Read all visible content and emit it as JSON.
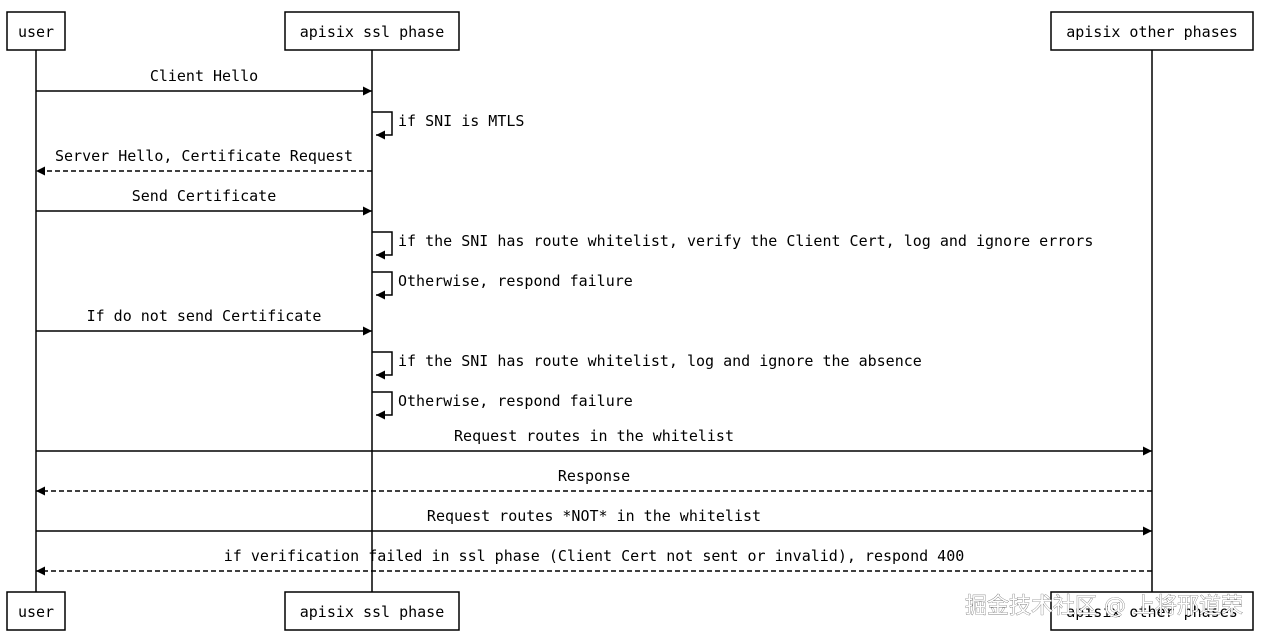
{
  "participants": [
    {
      "id": "user",
      "label": "user"
    },
    {
      "id": "ssl",
      "label": "apisix ssl phase"
    },
    {
      "id": "other",
      "label": "apisix other phases"
    }
  ],
  "messages": [
    {
      "from": "user",
      "to": "ssl",
      "label": "Client Hello",
      "style": "solid"
    },
    {
      "from": "ssl",
      "to": "ssl",
      "label": "if SNI is MTLS",
      "style": "solid"
    },
    {
      "from": "ssl",
      "to": "user",
      "label": "Server Hello, Certificate Request",
      "style": "dashed"
    },
    {
      "from": "user",
      "to": "ssl",
      "label": "Send Certificate",
      "style": "solid"
    },
    {
      "from": "ssl",
      "to": "ssl",
      "label": "if the SNI has route whitelist, verify the Client Cert, log and ignore errors",
      "style": "solid"
    },
    {
      "from": "ssl",
      "to": "ssl",
      "label": "Otherwise, respond failure",
      "style": "solid"
    },
    {
      "from": "user",
      "to": "ssl",
      "label": "If do not send Certificate",
      "style": "solid"
    },
    {
      "from": "ssl",
      "to": "ssl",
      "label": "if the SNI has route whitelist, log and ignore the absence",
      "style": "solid"
    },
    {
      "from": "ssl",
      "to": "ssl",
      "label": "Otherwise, respond failure",
      "style": "solid"
    },
    {
      "from": "user",
      "to": "other",
      "label": "Request routes in the whitelist",
      "style": "solid"
    },
    {
      "from": "other",
      "to": "user",
      "label": "Response",
      "style": "dashed"
    },
    {
      "from": "user",
      "to": "other",
      "label": "Request routes *NOT* in the whitelist",
      "style": "solid"
    },
    {
      "from": "other",
      "to": "user",
      "label": "if verification failed in ssl phase (Client Cert not sent or invalid), respond 400",
      "style": "dashed"
    }
  ],
  "watermark": "掘金技术社区 @ 上将邢道荣",
  "colors": {
    "line": "#000000",
    "background": "#ffffff"
  }
}
